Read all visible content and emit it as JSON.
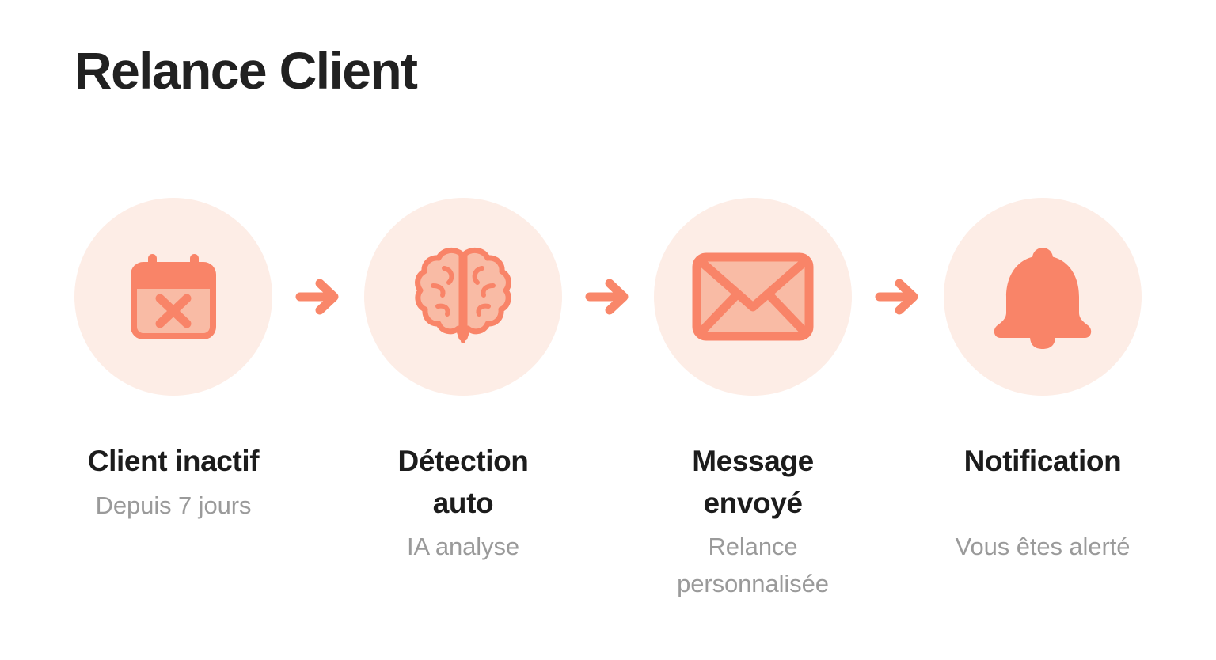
{
  "header": {
    "title": "Relance Client"
  },
  "colors": {
    "page_background": "#FFFFFF",
    "title_text": "#212121",
    "step_title_text": "#1C1C1C",
    "step_subtitle_text": "#9A9A9A",
    "icon_circle_background": "#FDEDE6",
    "accent_salmon": "#F98468",
    "accent_salmon_light": "#F9BBA5",
    "arrow": "#F98468"
  },
  "flow": {
    "arrow_icon": "arrow-right-icon",
    "steps": [
      {
        "icon": "calendar-x-icon",
        "title": "Client inactif",
        "subtitle": "Depuis 7 jours",
        "subtitle_pushed": false
      },
      {
        "icon": "brain-icon",
        "title": "Détection auto",
        "subtitle": "IA analyse",
        "subtitle_pushed": false
      },
      {
        "icon": "envelope-icon",
        "title": "Message envoyé",
        "subtitle": "Relance personnalisée",
        "subtitle_pushed": false
      },
      {
        "icon": "bell-icon",
        "title": "Notification",
        "subtitle": "Vous êtes alerté",
        "subtitle_pushed": true
      }
    ]
  }
}
